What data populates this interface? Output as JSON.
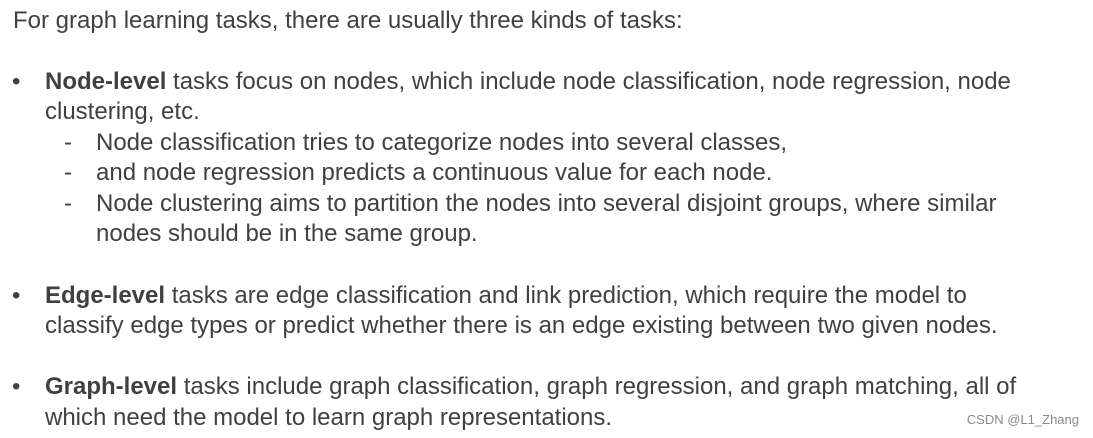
{
  "intro": "For graph learning tasks, there are usually three kinds of tasks:",
  "bullet_symbol": "•",
  "dash_symbol": "-",
  "node": {
    "term": "Node-level",
    "line1": " tasks focus on nodes, which include node classification, node regression, node",
    "line2": "clustering, etc.",
    "sub1": "Node classification tries to categorize nodes into several classes,",
    "sub2": "and node regression predicts a continuous value for each node.",
    "sub3_line1": "Node clustering aims to partition the nodes into several disjoint groups, where similar",
    "sub3_line2": "nodes should be in the same group."
  },
  "edge": {
    "term": "Edge-level",
    "line1": " tasks are edge classification and link prediction, which require the model to",
    "line2": "classify edge types or predict whether there is an edge existing between two given nodes."
  },
  "graph": {
    "term": "Graph-level",
    "line1": " tasks include graph classification, graph regression, and graph matching, all of",
    "line2": "which need the model to learn graph representations."
  },
  "watermark": "CSDN @L1_Zhang"
}
